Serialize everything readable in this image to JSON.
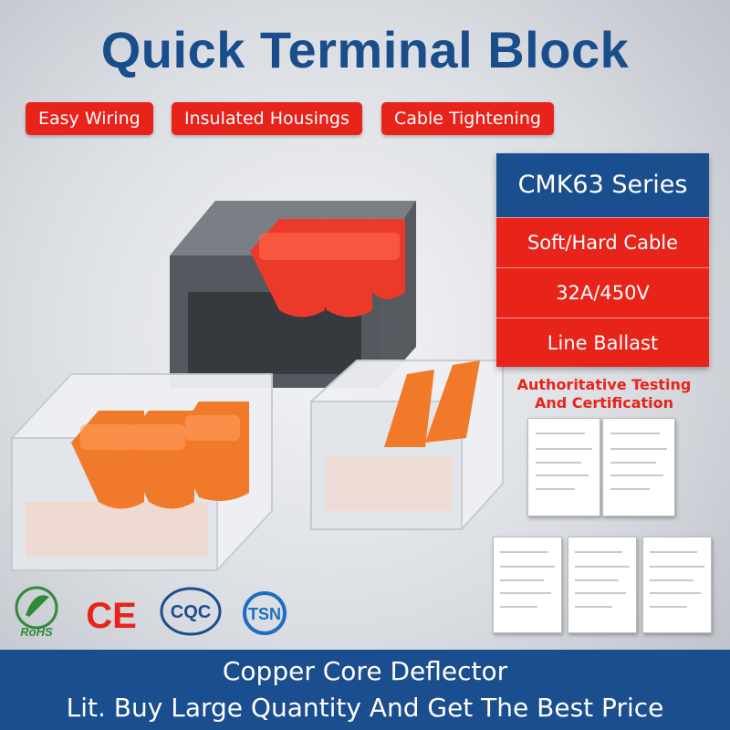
{
  "title": "Quick Terminal Block",
  "badges": [
    "Easy Wiring",
    "Insulated Housings",
    "Cable Tightening"
  ],
  "spec": {
    "header": "CMK63 Series",
    "rows": [
      "Soft/Hard Cable",
      "32A/450V",
      "Line Ballast"
    ]
  },
  "certification": {
    "line1": "Authoritative Testing",
    "line2": "And Certification"
  },
  "logos": {
    "rohs": "RoHS",
    "ce": "CE",
    "cqc": "CQC",
    "tsn": "TSN"
  },
  "bottom": {
    "line1": "Copper Core Deflector",
    "line2": "Lit. Buy Large Quantity And Get The Best Price"
  },
  "colors": {
    "brand_blue": "#1b4e8e",
    "accent_red": "#e8231a",
    "lever_orange": "#f07a2a"
  }
}
